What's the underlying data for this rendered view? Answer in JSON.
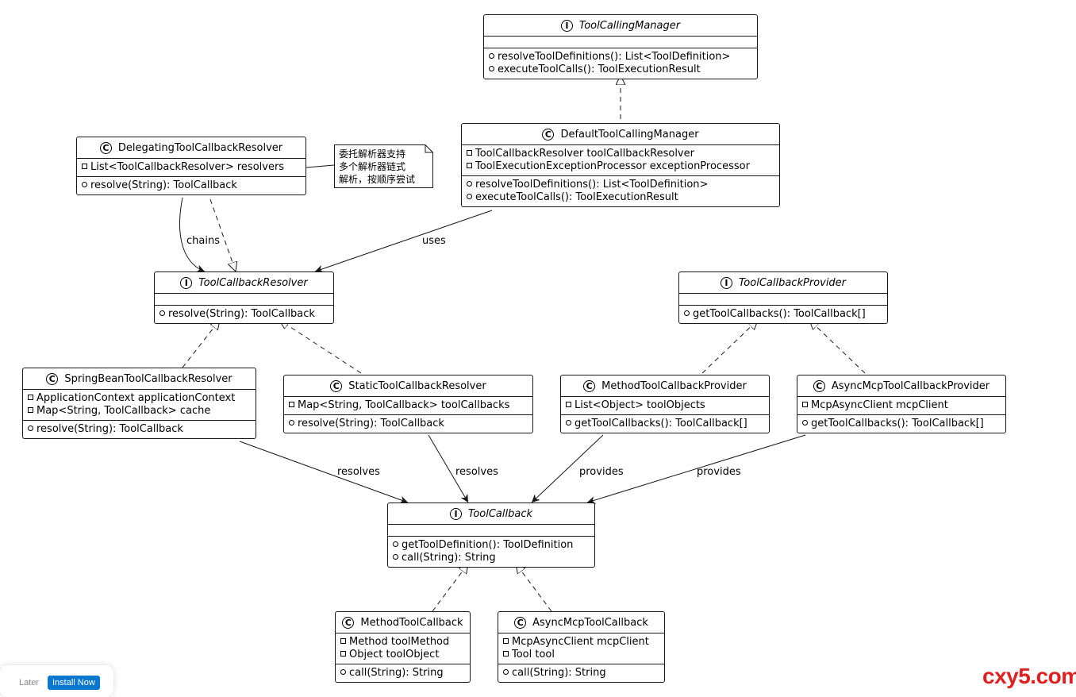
{
  "classes": [
    {
      "id": "ToolCallingManager",
      "kind": "I",
      "name": "ToolCallingManager",
      "fields": [],
      "methods": [
        "resolveToolDefinitions(): List<ToolDefinition>",
        "executeToolCalls(): ToolExecutionResult"
      ]
    },
    {
      "id": "DefaultToolCallingManager",
      "kind": "C",
      "name": "DefaultToolCallingManager",
      "fields": [
        "ToolCallbackResolver toolCallbackResolver",
        "ToolExecutionExceptionProcessor exceptionProcessor"
      ],
      "methods": [
        "resolveToolDefinitions(): List<ToolDefinition>",
        "executeToolCalls(): ToolExecutionResult"
      ]
    },
    {
      "id": "DelegatingToolCallbackResolver",
      "kind": "C",
      "name": "DelegatingToolCallbackResolver",
      "fields": [
        "List<ToolCallbackResolver> resolvers"
      ],
      "methods": [
        "resolve(String): ToolCallback"
      ]
    },
    {
      "id": "ToolCallbackResolver",
      "kind": "I",
      "name": "ToolCallbackResolver",
      "fields": [],
      "methods": [
        "resolve(String): ToolCallback"
      ]
    },
    {
      "id": "ToolCallbackProvider",
      "kind": "I",
      "name": "ToolCallbackProvider",
      "fields": [],
      "methods": [
        "getToolCallbacks(): ToolCallback[]"
      ]
    },
    {
      "id": "SpringBeanToolCallbackResolver",
      "kind": "C",
      "name": "SpringBeanToolCallbackResolver",
      "fields": [
        "ApplicationContext applicationContext",
        "Map<String, ToolCallback> cache"
      ],
      "methods": [
        "resolve(String): ToolCallback"
      ]
    },
    {
      "id": "StaticToolCallbackResolver",
      "kind": "C",
      "name": "StaticToolCallbackResolver",
      "fields": [
        "Map<String, ToolCallback> toolCallbacks"
      ],
      "methods": [
        "resolve(String): ToolCallback"
      ]
    },
    {
      "id": "MethodToolCallbackProvider",
      "kind": "C",
      "name": "MethodToolCallbackProvider",
      "fields": [
        "List<Object> toolObjects"
      ],
      "methods": [
        "getToolCallbacks(): ToolCallback[]"
      ]
    },
    {
      "id": "AsyncMcpToolCallbackProvider",
      "kind": "C",
      "name": "AsyncMcpToolCallbackProvider",
      "fields": [
        "McpAsyncClient mcpClient"
      ],
      "methods": [
        "getToolCallbacks(): ToolCallback[]"
      ]
    },
    {
      "id": "ToolCallback",
      "kind": "I",
      "name": "ToolCallback",
      "fields": [],
      "methods": [
        "getToolDefinition(): ToolDefinition",
        "call(String): String"
      ]
    },
    {
      "id": "MethodToolCallback",
      "kind": "C",
      "name": "MethodToolCallback",
      "fields": [
        "Method toolMethod",
        "Object toolObject"
      ],
      "methods": [
        "call(String): String"
      ]
    },
    {
      "id": "AsyncMcpToolCallback",
      "kind": "C",
      "name": "AsyncMcpToolCallback",
      "fields": [
        "McpAsyncClient mcpClient",
        "Tool tool"
      ],
      "methods": [
        "call(String): String"
      ]
    }
  ],
  "note": {
    "lines": [
      "委托解析器支持",
      "多个解析器链式",
      "解析，按顺序尝试"
    ]
  },
  "relations": [
    {
      "from": "DefaultToolCallingManager",
      "to": "ToolCallingManager",
      "type": "realization",
      "label": ""
    },
    {
      "from": "DefaultToolCallingManager",
      "to": "ToolCallbackResolver",
      "type": "association",
      "label": "uses"
    },
    {
      "from": "DelegatingToolCallbackResolver",
      "to": "ToolCallbackResolver",
      "type": "association",
      "label": "chains"
    },
    {
      "from": "DelegatingToolCallbackResolver",
      "to": "ToolCallbackResolver",
      "type": "realization",
      "label": ""
    },
    {
      "from": "SpringBeanToolCallbackResolver",
      "to": "ToolCallbackResolver",
      "type": "realization",
      "label": ""
    },
    {
      "from": "StaticToolCallbackResolver",
      "to": "ToolCallbackResolver",
      "type": "realization",
      "label": ""
    },
    {
      "from": "MethodToolCallbackProvider",
      "to": "ToolCallbackProvider",
      "type": "realization",
      "label": ""
    },
    {
      "from": "AsyncMcpToolCallbackProvider",
      "to": "ToolCallbackProvider",
      "type": "realization",
      "label": ""
    },
    {
      "from": "SpringBeanToolCallbackResolver",
      "to": "ToolCallback",
      "type": "association",
      "label": "resolves"
    },
    {
      "from": "StaticToolCallbackResolver",
      "to": "ToolCallback",
      "type": "association",
      "label": "resolves"
    },
    {
      "from": "MethodToolCallbackProvider",
      "to": "ToolCallback",
      "type": "association",
      "label": "provides"
    },
    {
      "from": "AsyncMcpToolCallbackProvider",
      "to": "ToolCallback",
      "type": "association",
      "label": "provides"
    },
    {
      "from": "MethodToolCallback",
      "to": "ToolCallback",
      "type": "realization",
      "label": ""
    },
    {
      "from": "AsyncMcpToolCallback",
      "to": "ToolCallback",
      "type": "realization",
      "label": ""
    }
  ],
  "popup": {
    "later_label": "Later",
    "install_label": "Install Now"
  },
  "watermark": "cxy5.com",
  "colors": {
    "line": "#181818",
    "watermark": "#e02020",
    "install_button": "#0a78d0"
  }
}
